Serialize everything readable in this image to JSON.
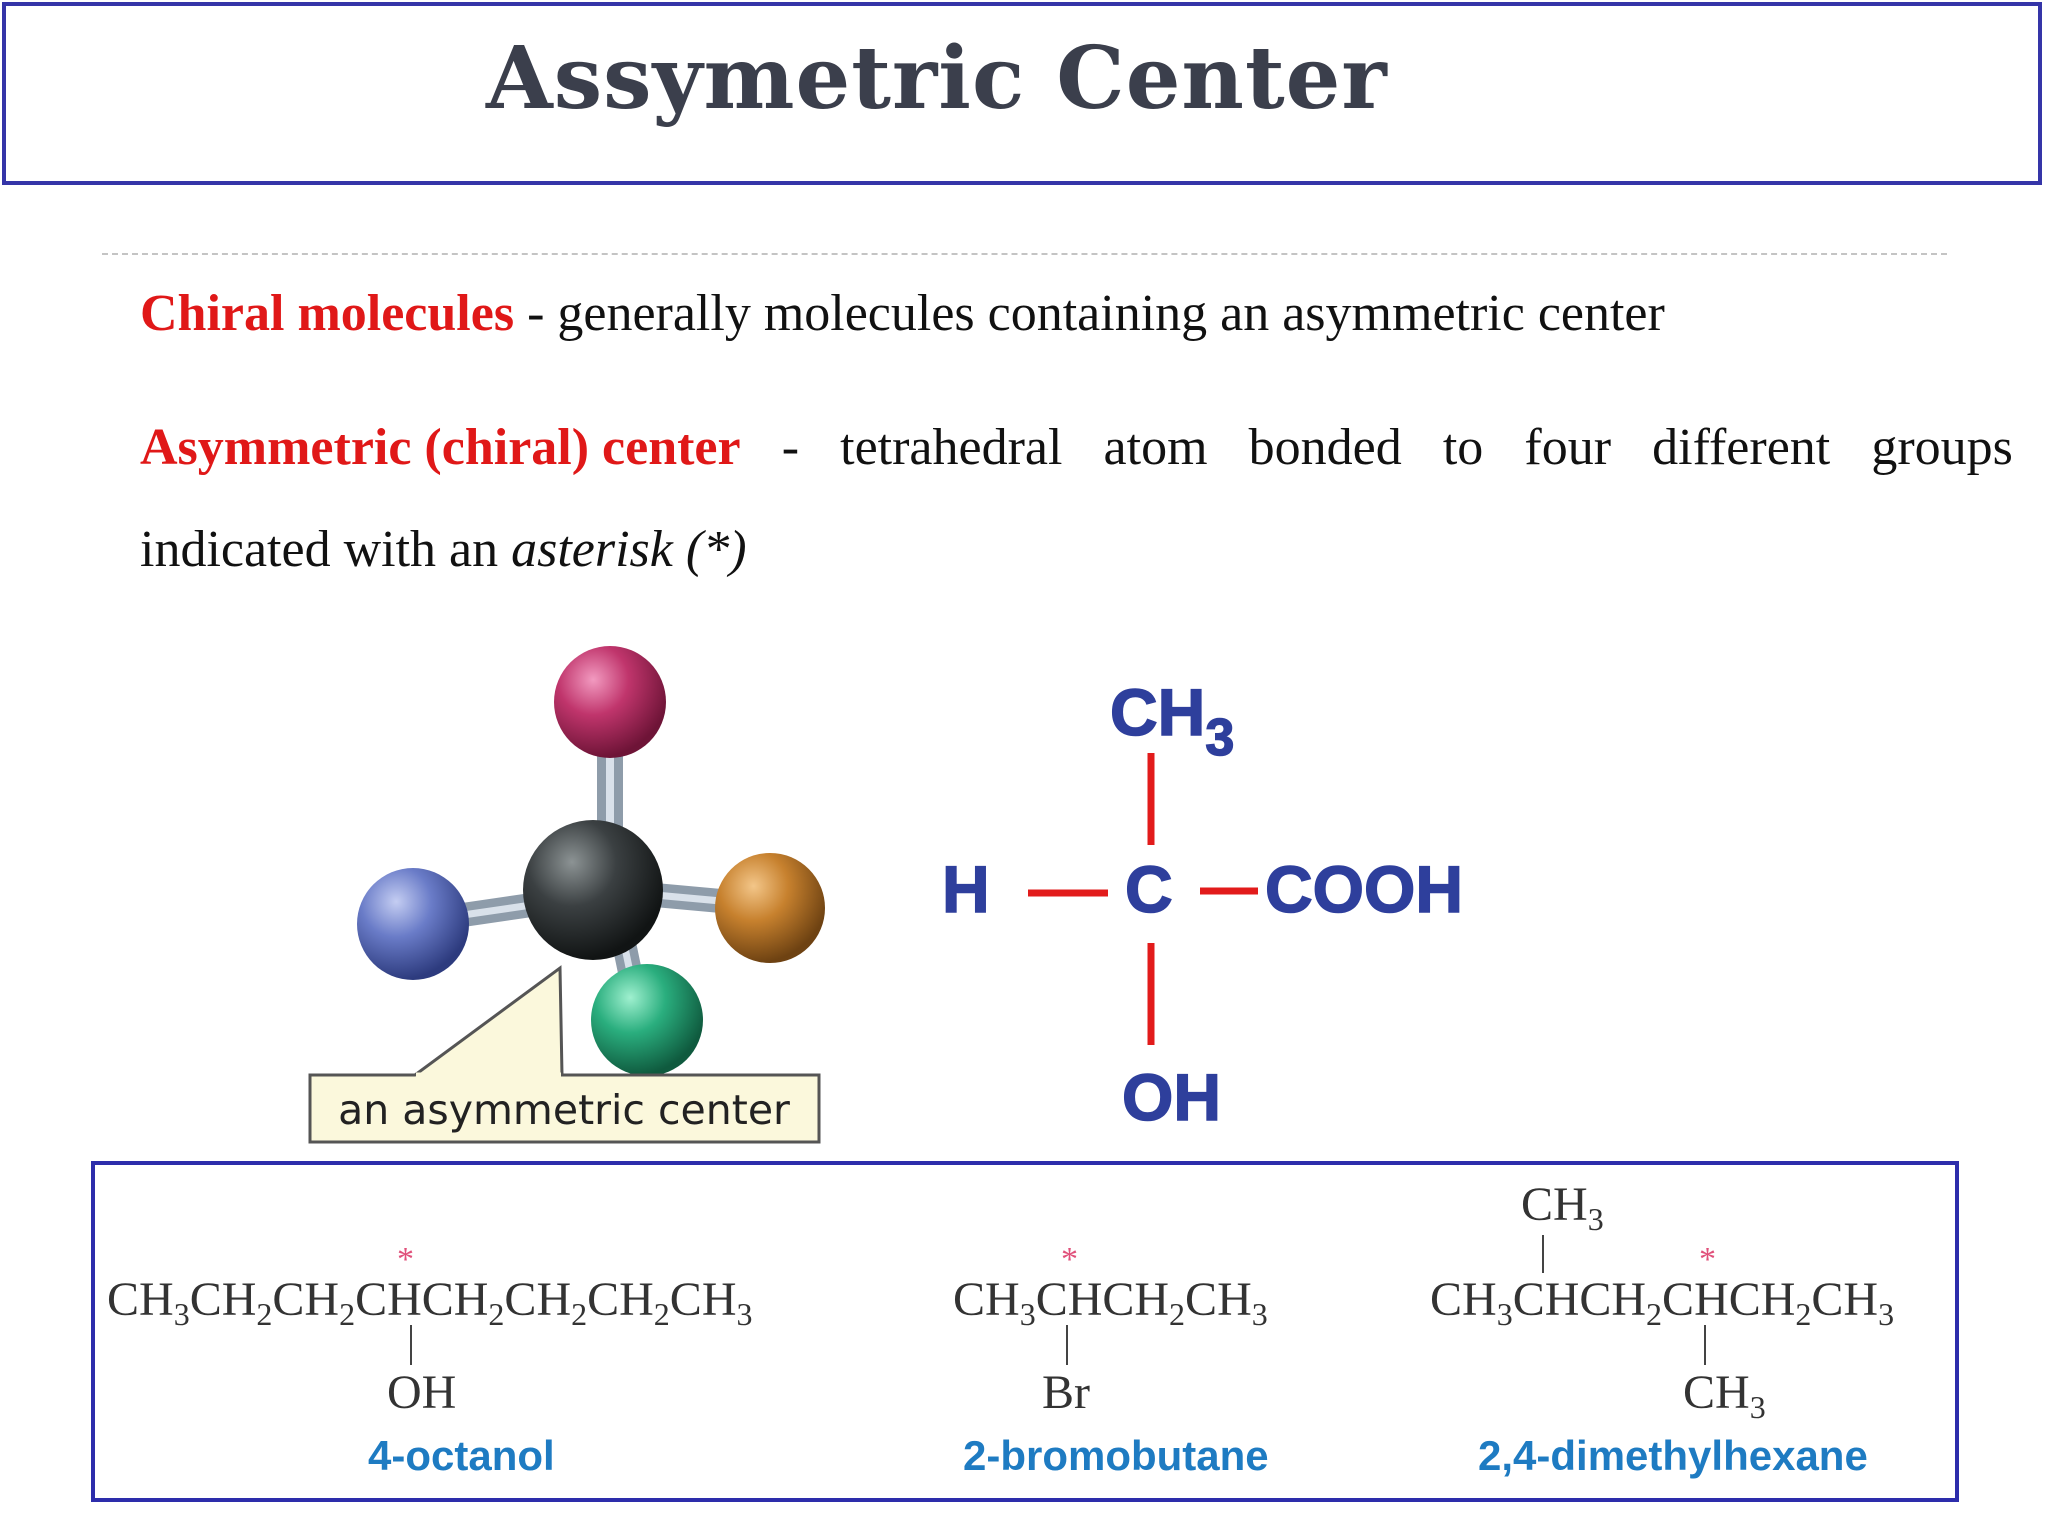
{
  "title": "Assymetric Center",
  "definitions": {
    "chiral_term": "Chiral molecules",
    "chiral_text": "- generally molecules containing an asymmetric center",
    "center_term": "Asymmetric (chiral) center",
    "center_text": [
      "-",
      "tetrahedral",
      "atom",
      "bonded",
      "to",
      "four",
      "different",
      "groups"
    ],
    "indicated_text": "indicated with an",
    "asterisk_text": "asterisk (*)"
  },
  "model": {
    "callout_label": "an asymmetric center",
    "colors": {
      "top": "#c0356c",
      "left": "#6a7cc8",
      "right": "#c7812e",
      "bottom": "#2aae7e",
      "center": "#3b4042"
    }
  },
  "structure": {
    "top": "CH",
    "top_sub": "3",
    "left": "H",
    "center": "C",
    "right": "COOH",
    "bottom": "OH",
    "text_color": "#2e3f9c",
    "bond_color": "#e21b1b"
  },
  "examples": [
    {
      "name": "4-octanol",
      "marker": "*",
      "substituent": "OH"
    },
    {
      "name": "2-bromobutane",
      "marker": "*",
      "substituent": "Br"
    },
    {
      "name": "2,4-dimethylhexane",
      "marker": "*",
      "substituent_top": "CH",
      "substituent_bottom": "CH"
    }
  ],
  "example_formulas": {
    "octanol": [
      "CH",
      "3",
      "CH",
      "2",
      "CH",
      "2",
      "CHCH",
      "2",
      "CH",
      "2",
      "CH",
      "2",
      "CH",
      "3"
    ],
    "bromobutane": [
      "CH",
      "3",
      "CHCH",
      "2",
      "CH",
      "3"
    ],
    "dimethylhexane": [
      "CH",
      "3",
      "CHCH",
      "2",
      "CHCH",
      "2",
      "CH",
      "3"
    ]
  },
  "sub3": "3"
}
